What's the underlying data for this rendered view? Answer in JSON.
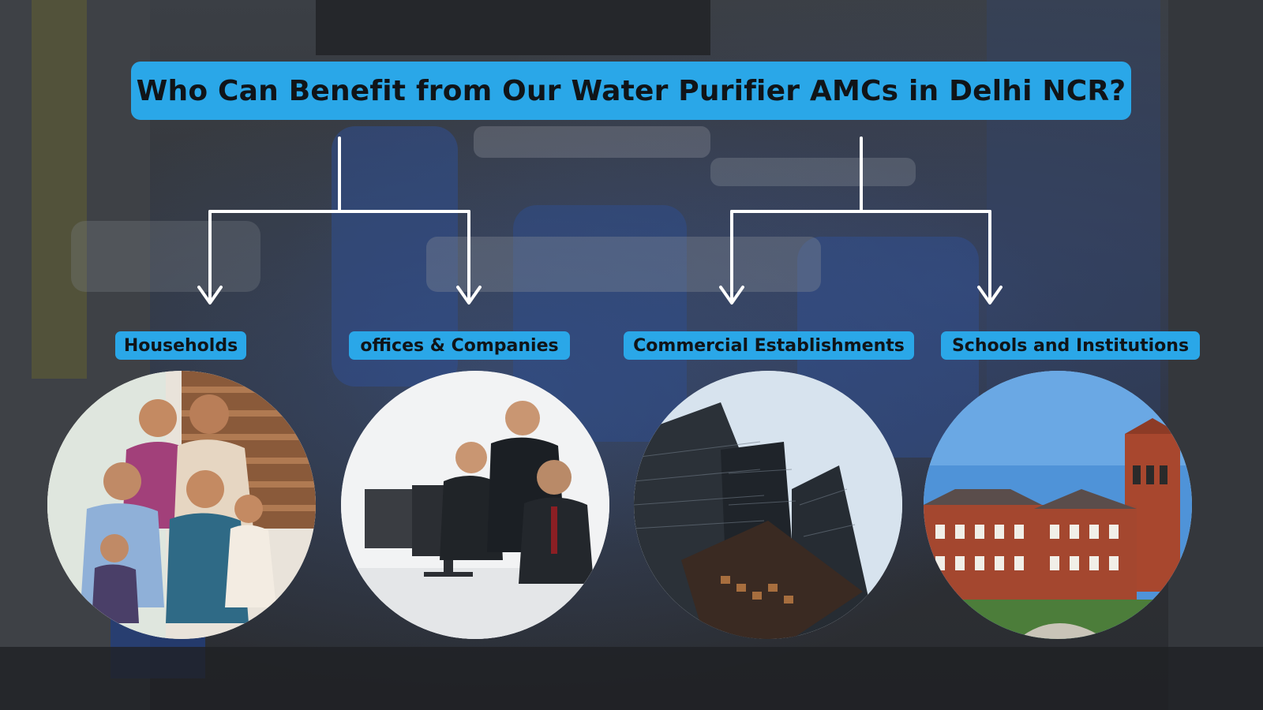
{
  "title": "Who Can Benefit from Our Water Purifier AMCs in Delhi NCR?",
  "categories": [
    {
      "label": "Households",
      "image": "family-photo"
    },
    {
      "label": "offices & Companies",
      "image": "office-meeting-photo"
    },
    {
      "label": "Commercial Establishments",
      "image": "skyscrapers-photo"
    },
    {
      "label": "Schools and Institutions",
      "image": "school-building-photo"
    }
  ],
  "colors": {
    "accent": "#2aa7e8",
    "connector": "#ffffff",
    "text": "#101418"
  }
}
